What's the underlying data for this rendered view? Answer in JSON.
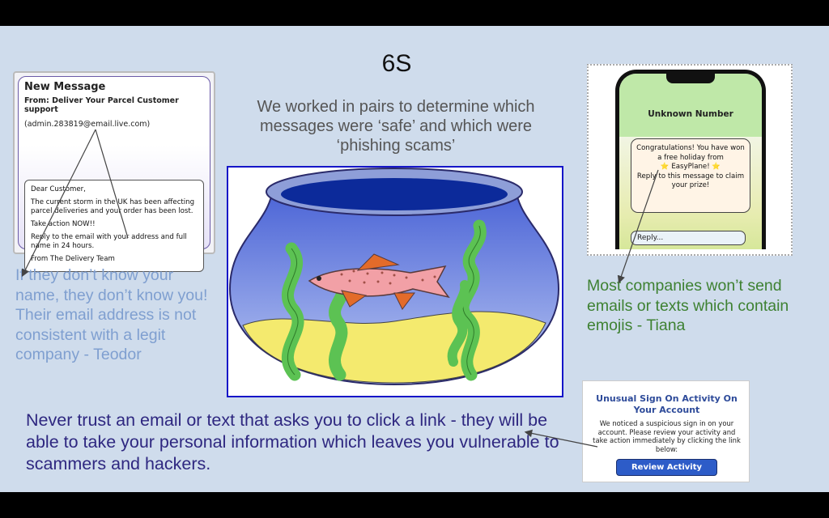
{
  "slide": {
    "title": "6S",
    "subtitle": "We worked in pairs to determine which messages were ‘safe’ and which were ‘phishing scams’",
    "note_teodor": [
      "If they don’t know your name, they don’t know you!",
      "Their email address is not consistent with a legit company - Teodor"
    ],
    "note_tiana": "Most companies won’t send emails or texts which contain emojis - Tiana",
    "bottom_text": "Never trust an email or text that asks you to click a link - they will be able to take your personal information which leaves you vulnerable to scammers and hackers."
  },
  "email": {
    "title": "New Message",
    "from": "From: Deliver Your Parcel Customer support",
    "address": "(admin.283819@email.live.com)",
    "body": [
      "Dear Customer,",
      "The current storm in the UK has been affecting parcel deliveries and your order has been lost.",
      "Take action NOW!!",
      "Reply to the email with your address and full name in 24 hours.",
      "From The Delivery Team"
    ]
  },
  "phone": {
    "header": "Unknown Number",
    "message_line1": "Congratulations! You have won a free holiday from",
    "emoji": "⭐",
    "brand": "EasyPlane!",
    "message_line2": "Reply to this message to claim your prize!",
    "reply_placeholder": "Reply..."
  },
  "signon": {
    "title": "Unusual Sign On Activity On Your Account",
    "body": "We noticed a suspicious sign in on your account. Please review your activity and take action immediately by clicking the link below:",
    "button": "Review Activity"
  },
  "colors": {
    "background": "#cfdcec",
    "note_blue": "#7f9fd0",
    "note_green": "#3e8132",
    "bottom_text": "#2e2780",
    "frame_blue": "#1515c8"
  }
}
